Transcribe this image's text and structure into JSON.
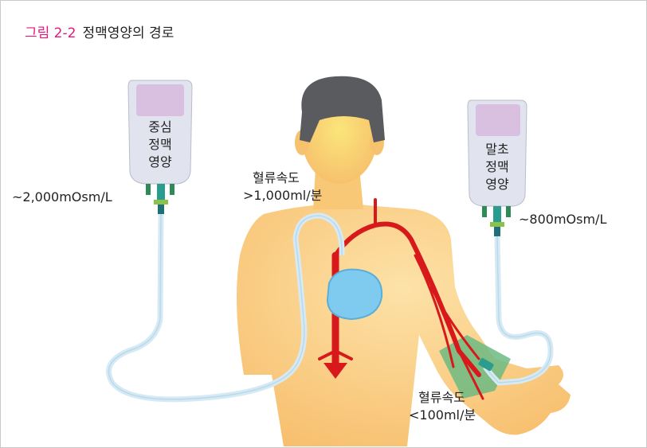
{
  "title": {
    "number": "그림 2-2",
    "text": "정맥영양의 경로"
  },
  "bags": {
    "central": {
      "lines": [
        "중심",
        "정맥",
        "영양"
      ],
      "osm": "~2,000mOsm/L"
    },
    "peripheral": {
      "lines": [
        "말초",
        "정맥",
        "영양"
      ],
      "osm": "~800mOsm/L"
    }
  },
  "flow": {
    "central": {
      "line1": "혈류속도",
      "line2": ">1,000ml/분"
    },
    "peripheral": {
      "line1": "혈류속도",
      "line2": "<100ml/분"
    }
  },
  "colors": {
    "title_number": "#e2197b",
    "skin": "#f9c57a",
    "hair": "#5a5b5f",
    "bag": "#e1e4ee",
    "bag_top": "#d9bfe0",
    "tube": "#d6eaf5",
    "vein": "#d7191c",
    "heart": "#7fcbf0",
    "cuff": "#6cba82"
  }
}
